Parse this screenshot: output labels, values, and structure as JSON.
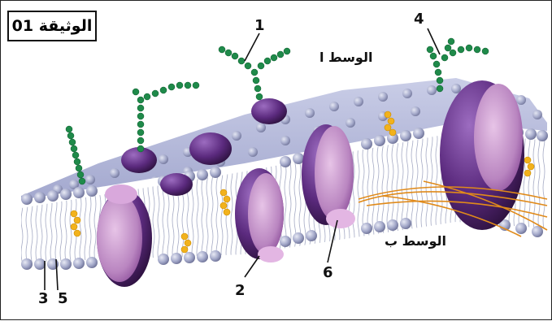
{
  "document_label": "الوثيقة 01",
  "regions": {
    "top_medium": "الوسط ا",
    "bottom_medium": "الوسط ب"
  },
  "labels": {
    "n1": "1",
    "n2": "2",
    "n3": "3",
    "n4": "4",
    "n5": "5",
    "n6": "6"
  },
  "colors": {
    "lipid_head": "#9ea3c4",
    "membrane_top": "#aeb3d8",
    "protein": "#c99ac9",
    "protein_dark": "#5a2a78",
    "glycan": "#1f8a4a",
    "cholesterol": "#f2b21c",
    "fibers": "#e08a1a"
  }
}
